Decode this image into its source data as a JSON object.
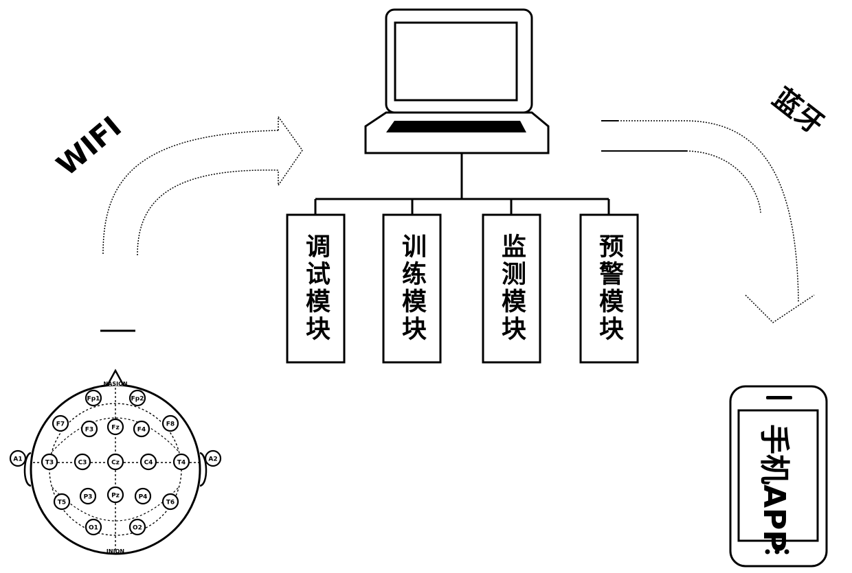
{
  "labels": {
    "wifi": "WIFI",
    "bluetooth": "蓝牙",
    "phone_app": "手机APP",
    "nasion": "NASION",
    "inion": "INION"
  },
  "modules": [
    {
      "label": "调试模块"
    },
    {
      "label": "训练模块"
    },
    {
      "label": "监测模块"
    },
    {
      "label": "预警模块"
    }
  ],
  "electrodes": [
    {
      "label": "Fp1"
    },
    {
      "label": "Fp2"
    },
    {
      "label": "F7"
    },
    {
      "label": "F3"
    },
    {
      "label": "Fz"
    },
    {
      "label": "F4"
    },
    {
      "label": "F8"
    },
    {
      "label": "A1"
    },
    {
      "label": "T3"
    },
    {
      "label": "C3"
    },
    {
      "label": "Cz"
    },
    {
      "label": "C4"
    },
    {
      "label": "T4"
    },
    {
      "label": "A2"
    },
    {
      "label": "T5"
    },
    {
      "label": "P3"
    },
    {
      "label": "Pz"
    },
    {
      "label": "P4"
    },
    {
      "label": "T6"
    },
    {
      "label": "O1"
    },
    {
      "label": "O2"
    }
  ]
}
